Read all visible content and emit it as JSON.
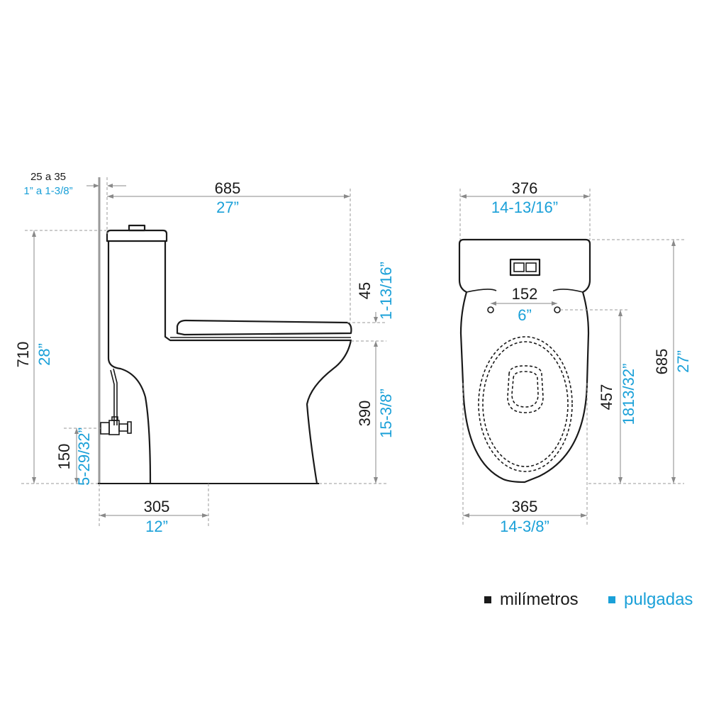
{
  "colors": {
    "millimeters": "#1a1a1a",
    "inches": "#1aa0d8"
  },
  "side_view": {
    "wall_gap": {
      "mm": "25  a 35",
      "in": "1”  a 1-3/8”"
    },
    "depth": {
      "mm": "685",
      "in": "27”"
    },
    "height": {
      "mm": "710",
      "in": "28”"
    },
    "tank_to_seat": {
      "mm": "45",
      "in": "1-13/16”"
    },
    "seat_height": {
      "mm": "390",
      "in": "15-3/8”"
    },
    "supply_height": {
      "mm": "150",
      "in": "5-29/32”"
    },
    "rough_in": {
      "mm": "305",
      "in": "12”"
    }
  },
  "top_view": {
    "tank_width": {
      "mm": "376",
      "in": "14-13/16”"
    },
    "bolt_spacing": {
      "mm": "152",
      "in": "6”"
    },
    "bowl_length": {
      "mm": "457",
      "in": "1813/32”"
    },
    "overall_length": {
      "mm": "685",
      "in": "27”"
    },
    "bowl_width": {
      "mm": "365",
      "in": "14-3/8”"
    }
  },
  "legend": {
    "millimeters": "milímetros",
    "inches": "pulgadas"
  }
}
